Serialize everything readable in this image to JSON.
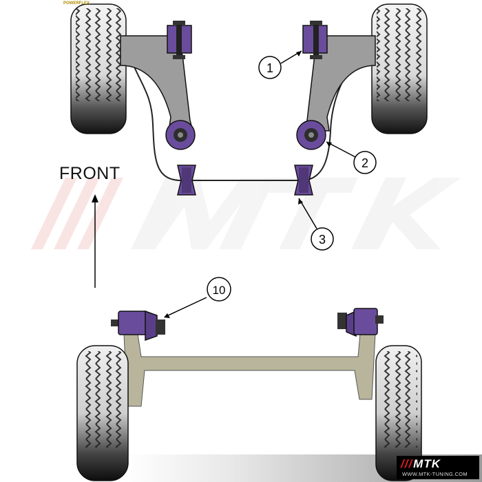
{
  "diagram": {
    "direction_label": "FRONT",
    "part_numbers": [
      "1",
      "2",
      "3",
      "10"
    ],
    "brand_mark_text": "POWERFLEX",
    "watermark_text": "MTK"
  },
  "logo": {
    "mark": "MTK",
    "site": "WWW.MTK-TUNING.COM"
  },
  "colors": {
    "bush_purple": "#6a4c9c",
    "bush_dark": "#3d2a60",
    "arm_grey": "#9a9a9a",
    "rear_beam": "#b8b59c",
    "tyre_light": "#e6e6e6",
    "tyre_dark": "#1c1c1c",
    "logo_red": "#e31b23"
  }
}
